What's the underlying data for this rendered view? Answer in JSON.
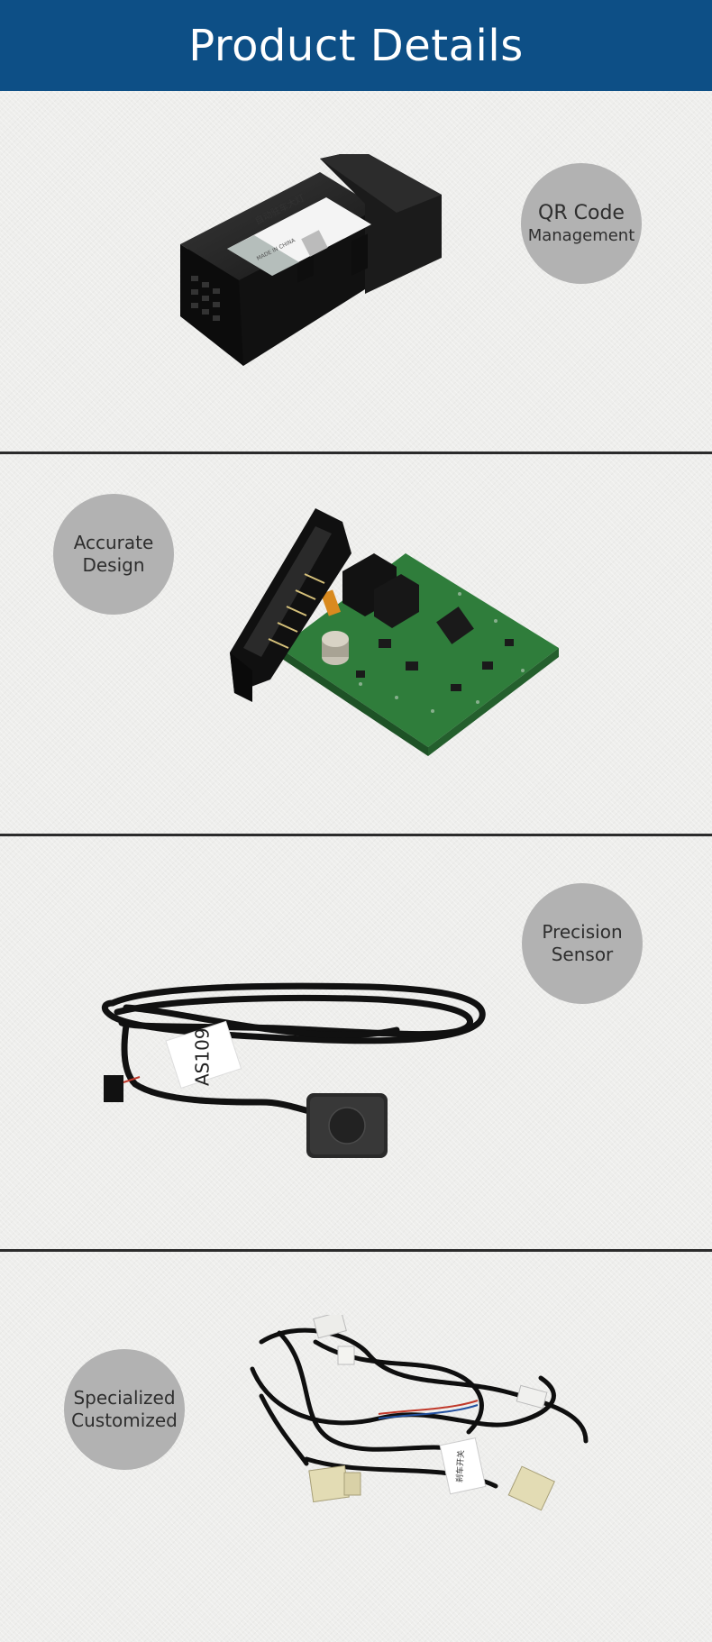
{
  "header": {
    "title": "Product Details"
  },
  "sections": [
    {
      "badge_line1": "QR Code",
      "badge_line2": "Management",
      "image": "control-module-box"
    },
    {
      "badge_line1": "Accurate",
      "badge_line2": "Design",
      "image": "circuit-board"
    },
    {
      "badge_line1": "Precision",
      "badge_line2": "Sensor",
      "image": "sensor-cable"
    },
    {
      "badge_line1": "Specialized",
      "badge_line2": "Customized",
      "image": "wiring-harness"
    }
  ],
  "product_labels": {
    "module_label_top": "自动驻车大灯",
    "module_label_made": "MADE IN CHINA",
    "sensor_tag": "AS109",
    "harness_tag": "刹车开关"
  },
  "colors": {
    "header_bg": "#0d4f86",
    "badge_bg": "#b2b2b2",
    "divider": "#2b2b2b",
    "pcb_green": "#2f7d3b"
  }
}
